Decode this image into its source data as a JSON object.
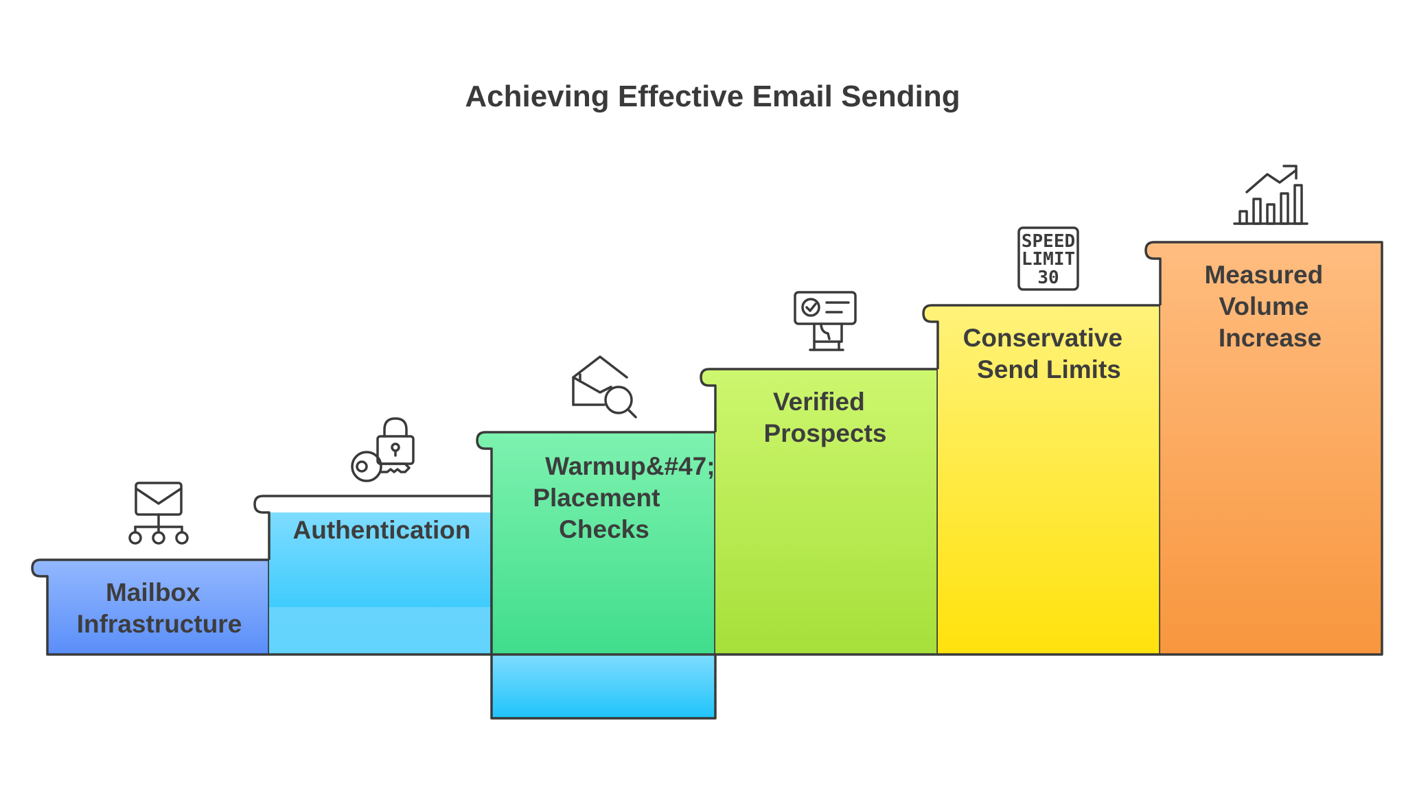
{
  "diagram": {
    "title": "Achieving Effective Email Sending",
    "steps": [
      {
        "id": "mailbox",
        "lines": [
          "Mailbox",
          "Infrastructure"
        ],
        "icon": "mailbox-network-icon"
      },
      {
        "id": "auth",
        "lines": [
          "Authentication"
        ],
        "icon": "lock-key-icon"
      },
      {
        "id": "warmup",
        "lines": [
          "Warmup&#47;",
          "Placement",
          "Checks"
        ],
        "icon": "envelope-magnifier-icon"
      },
      {
        "id": "verified",
        "lines": [
          "Verified",
          "Prospects"
        ],
        "icon": "verified-certificate-icon"
      },
      {
        "id": "limits",
        "lines": [
          "Conservative",
          "Send Limits"
        ],
        "icon": "speed-limit-sign-icon"
      },
      {
        "id": "volume",
        "lines": [
          "Measured",
          "Volume",
          "Increase"
        ],
        "icon": "growth-chart-icon"
      }
    ],
    "sign": {
      "line1": "SPEED",
      "line2": "LIMIT",
      "line3": "30"
    },
    "colors": {
      "outline": "#3a3a3a",
      "text": "#3d3d3d",
      "blue_top": "#93b8ff",
      "blue_bottom": "#5a8ef8",
      "cyan_top": "#7fdcff",
      "cyan_bottom": "#1fc4fb",
      "green_top": "#7ef2b0",
      "green_bottom": "#40dd8c",
      "lime_top": "#cdf76f",
      "lime_bottom": "#a6e03a",
      "yellow_top": "#fff27a",
      "yellow_bottom": "#ffe20c",
      "orange_top": "#ffbd80",
      "orange_bottom": "#f8963e"
    }
  }
}
